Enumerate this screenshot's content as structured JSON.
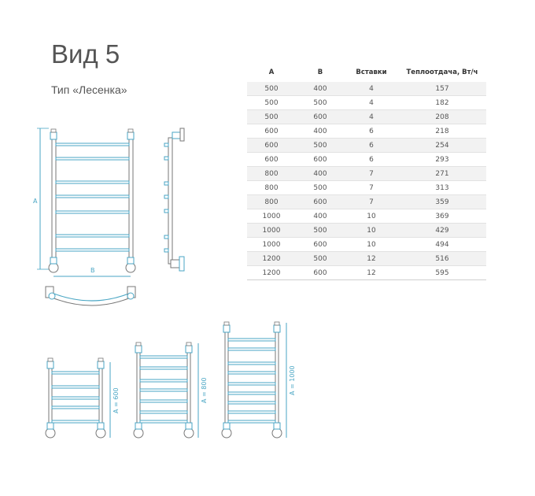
{
  "header": {
    "title": "Вид 5",
    "subtitle": "Тип «Лесенка»"
  },
  "drawing": {
    "dim_a_label": "A",
    "dim_b_label": "B",
    "small_labels": [
      "A = 600",
      "A = 800",
      "A = 1000"
    ],
    "accent_color": "#4aa6c4",
    "line_color": "#777777"
  },
  "table": {
    "headers": [
      "A",
      "B",
      "Вставки",
      "Теплоотдача, Вт/ч"
    ],
    "rows": [
      [
        "500",
        "400",
        "4",
        "157"
      ],
      [
        "500",
        "500",
        "4",
        "182"
      ],
      [
        "500",
        "600",
        "4",
        "208"
      ],
      [
        "600",
        "400",
        "6",
        "218"
      ],
      [
        "600",
        "500",
        "6",
        "254"
      ],
      [
        "600",
        "600",
        "6",
        "293"
      ],
      [
        "800",
        "400",
        "7",
        "271"
      ],
      [
        "800",
        "500",
        "7",
        "313"
      ],
      [
        "800",
        "600",
        "7",
        "359"
      ],
      [
        "1000",
        "400",
        "10",
        "369"
      ],
      [
        "1000",
        "500",
        "10",
        "429"
      ],
      [
        "1000",
        "600",
        "10",
        "494"
      ],
      [
        "1200",
        "500",
        "12",
        "516"
      ],
      [
        "1200",
        "600",
        "12",
        "595"
      ]
    ]
  }
}
